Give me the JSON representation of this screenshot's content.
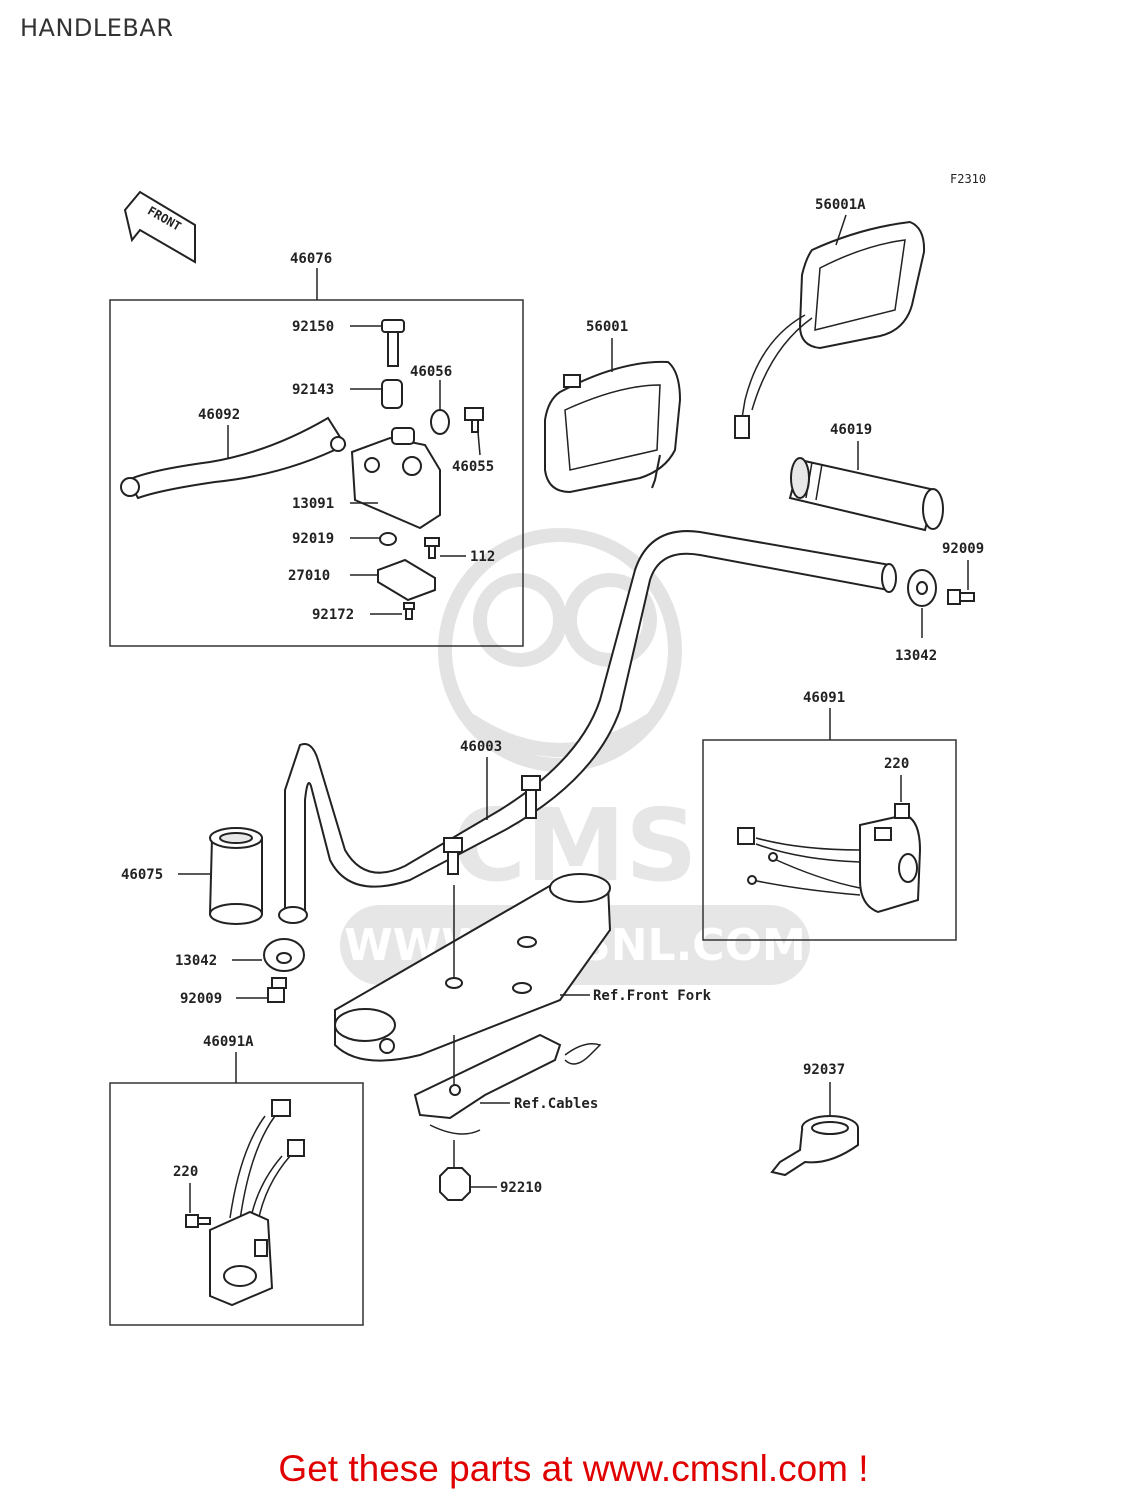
{
  "title": "HANDLEBAR",
  "figure_code": "F2310",
  "front_label": "FRONT",
  "watermark_text": "CMS",
  "watermark_url": "WWW.CMSNL.COM",
  "footer": "Get these parts at www.cmsnl.com !",
  "colors": {
    "footer": "#e00000",
    "line": "#222222",
    "watermark": "#e3e3e3"
  },
  "parts": {
    "p46076": "46076",
    "p92150": "92150",
    "p92143": "92143",
    "p46056": "46056",
    "p46092": "46092",
    "p46055": "46055",
    "p13091": "13091",
    "p92019": "92019",
    "p112": "112",
    "p27010": "27010",
    "p92172": "92172",
    "p56001": "56001",
    "p56001A": "56001A",
    "p46019": "46019",
    "p92009_r": "92009",
    "p13042_r": "13042",
    "p46091": "46091",
    "p220_r": "220",
    "p46003": "46003",
    "p46075": "46075",
    "p13042_l": "13042",
    "p92009_l": "92009",
    "ref_front_fork": "Ref.Front Fork",
    "p46091A": "46091A",
    "p220_l": "220",
    "ref_cables": "Ref.Cables",
    "p92037": "92037",
    "p92210": "92210"
  }
}
